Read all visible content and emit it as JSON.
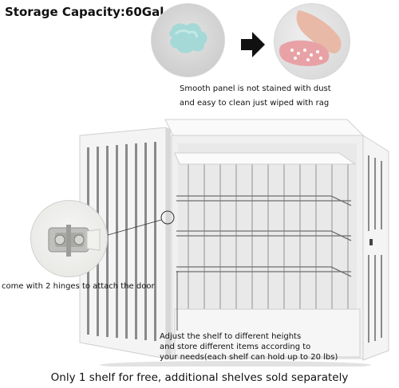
{
  "header": {
    "title": "Storage Capacity:60Gal"
  },
  "feature_clean": {
    "caption_line1": "Smooth panel is not stained with dust",
    "caption_line2": "and easy to clean just wiped with rag"
  },
  "feature_hinge": {
    "caption": "come with 2 hinges to attach the door"
  },
  "feature_shelf": {
    "caption_line1": "Adjust the shelf to different heights",
    "caption_line2": "and store different items according to",
    "caption_line3": "your needs(each shelf can hold up to 20 lbs)"
  },
  "footer": {
    "note": "Only 1 shelf for free, additional shelves sold separately"
  },
  "colors": {
    "cabinet_white": "#f4f4f4",
    "cabinet_shadow": "#d7d7d7",
    "vent_slot": "#8a8a8a",
    "dust_stain": "#9fd8d6",
    "cloth_pink": "#e8a2a6",
    "arrow": "#111111"
  },
  "icons": [
    "right-arrow-icon"
  ]
}
